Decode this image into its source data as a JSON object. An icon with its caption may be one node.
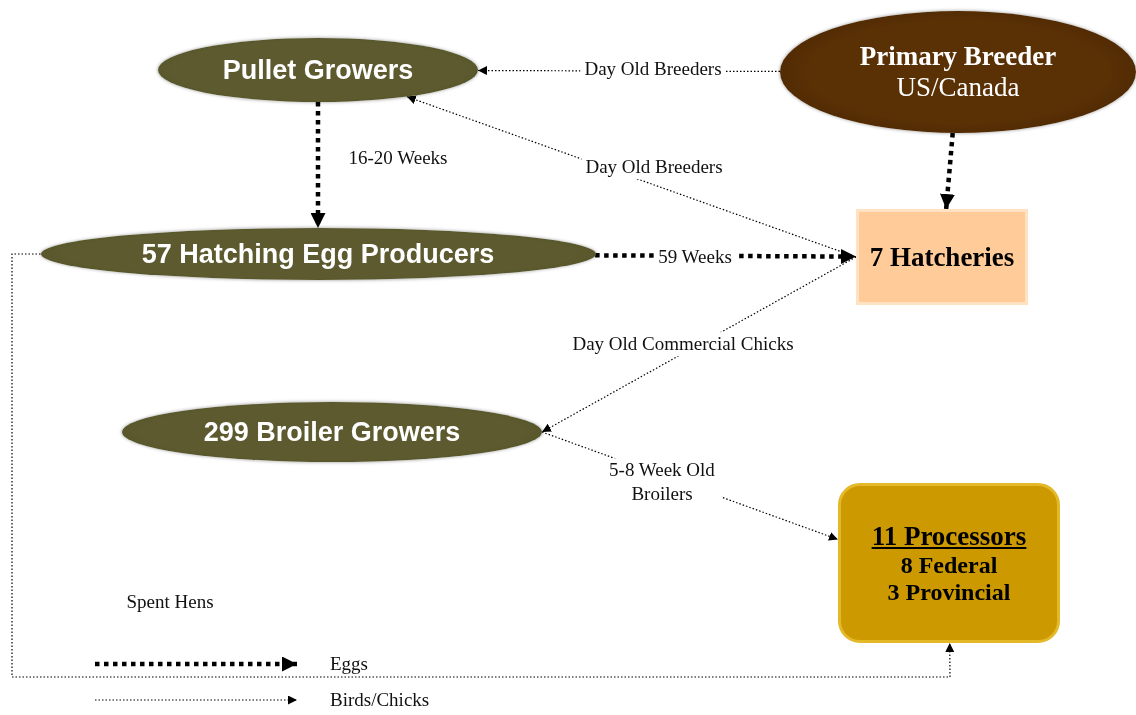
{
  "diagram": {
    "nodes": [
      {
        "text": [
          "Primary Breeder",
          "US/Canada"
        ]
      },
      {
        "text": [
          "Pullet Growers"
        ]
      },
      {
        "text": [
          "57 Hatching Egg Producers"
        ]
      },
      {
        "text": [
          "7 Hatcheries"
        ]
      },
      {
        "text": [
          "299 Broiler Growers"
        ]
      },
      {
        "text": [
          "11 Processors",
          "8 Federal",
          "3 Provincial"
        ]
      }
    ],
    "edges": [
      {
        "from": 0,
        "to": 1,
        "arrow": "to",
        "label": "Day Old Breeders"
      },
      {
        "from": 1,
        "to": 2,
        "arrow": "to",
        "label": "16-20 Weeks",
        "style": "dashed"
      },
      {
        "from": 0,
        "to": 3,
        "arrow": "to",
        "style": "dashed"
      },
      {
        "from": 2,
        "to": 3,
        "arrow": "to",
        "label": "59 Weeks",
        "style": "dashed"
      },
      {
        "from": 3,
        "to": 1,
        "arrow": "to",
        "label": "Day Old Breeders"
      },
      {
        "from": 3,
        "to": 4,
        "arrow": "to",
        "label": "Day Old Commercial Chicks"
      },
      {
        "from": 4,
        "to": 5,
        "arrow": "to",
        "label": "5-8 Week Old Broilers"
      },
      {
        "from": 2,
        "to": 5,
        "arrow": "to",
        "label": "Spent Hens"
      }
    ],
    "legend": [
      {
        "text": "Eggs"
      },
      {
        "text": "Birds/Chicks"
      }
    ]
  }
}
